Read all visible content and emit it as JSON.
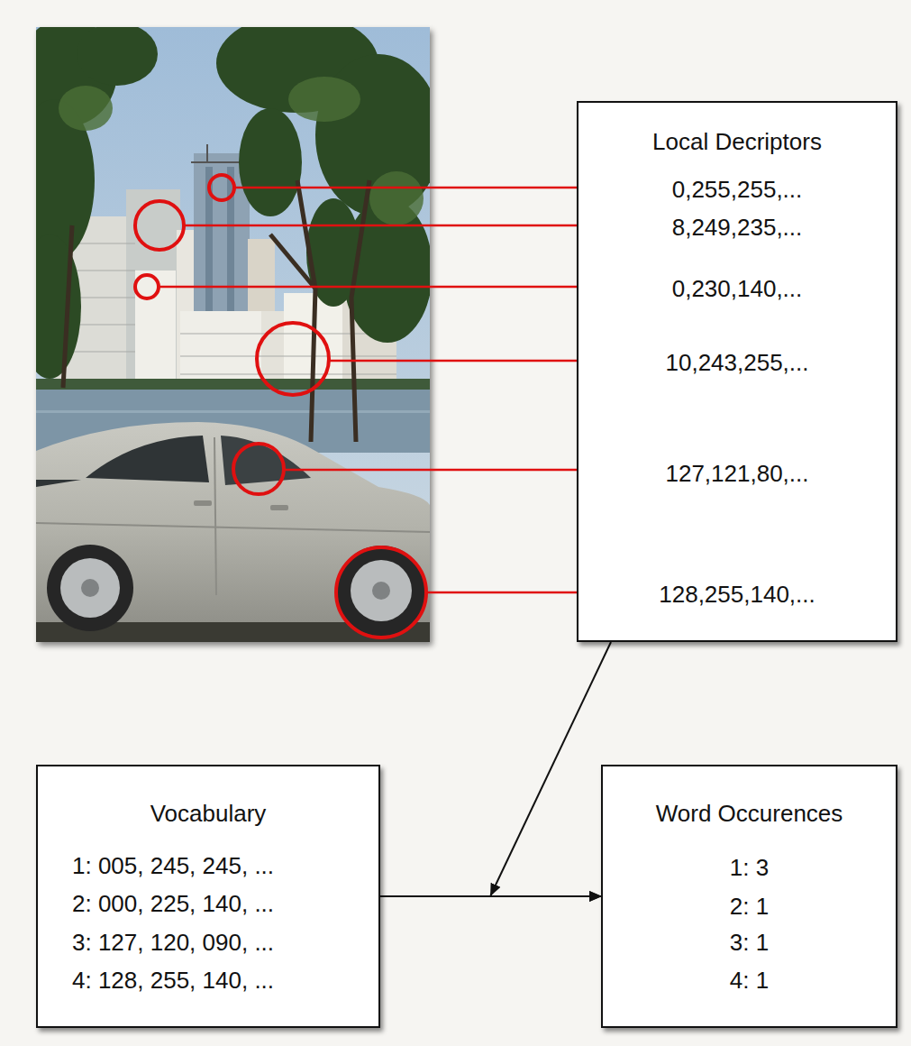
{
  "diagram": {
    "nodes": [
      {
        "text": [
          "Local Decriptors",
          "0,255,255,...",
          "8,249,235,...",
          "0,230,140,...",
          "10,243,255,...",
          "127,121,80,...",
          "128,255,140,..."
        ]
      },
      {
        "text": [
          "Vocabulary",
          "1: 005, 245, 245, ...",
          "2: 000, 225, 140, ...",
          "3: 127, 120, 090, ...",
          "4: 128, 255, 140, ..."
        ]
      },
      {
        "text": [
          "Word Occurences",
          "1: 3",
          "2: 1",
          "3: 1",
          "4: 1"
        ]
      }
    ],
    "edges": [
      {
        "from": 0,
        "to": 2,
        "arrow": "to"
      },
      {
        "from": 1,
        "to": 2,
        "arrow": "to"
      }
    ]
  }
}
